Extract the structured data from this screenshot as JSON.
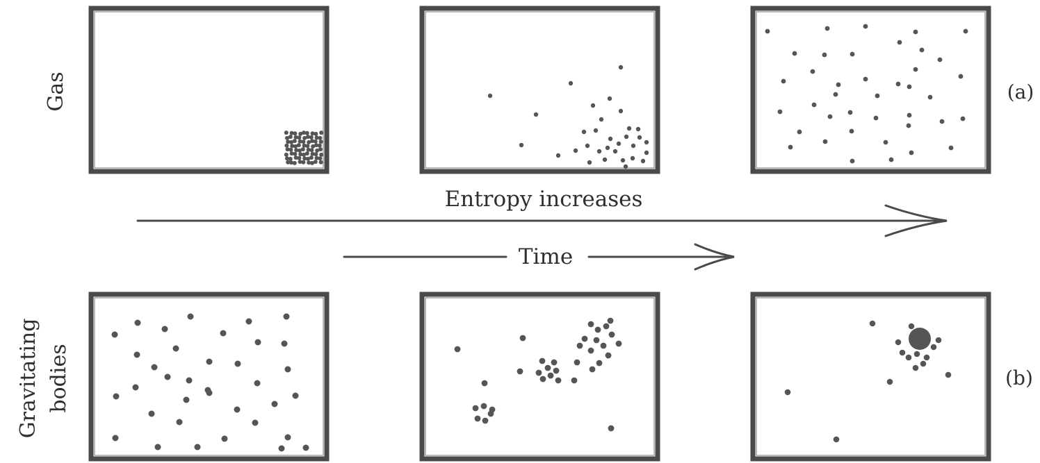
{
  "row_labels": {
    "gas": "Gas",
    "gravitating_line1": "Gravitating",
    "gravitating_line2": "bodies"
  },
  "row_tags": {
    "a": "(a)",
    "b": "(b)"
  },
  "arrows": {
    "entropy_label": "Entropy increases",
    "time_label": "Time"
  },
  "colors": {
    "ink": "#4a4a4a",
    "particle": "#555555",
    "background": "#ffffff"
  }
}
